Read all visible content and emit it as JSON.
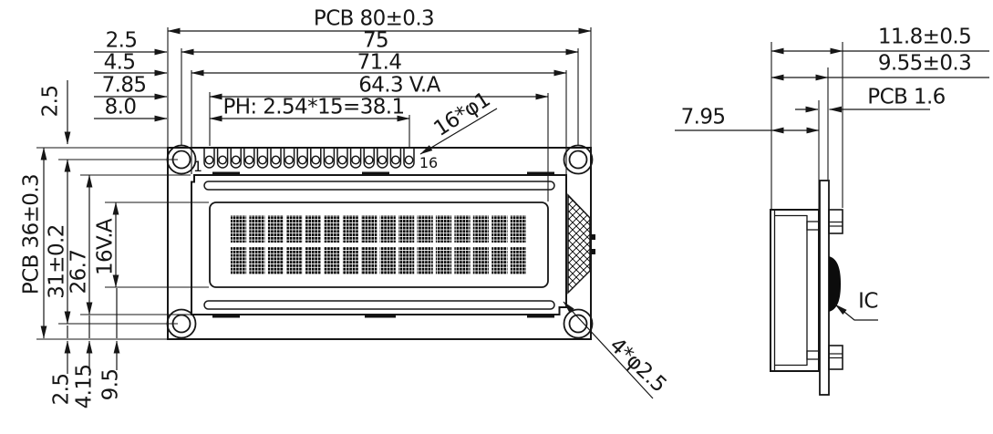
{
  "front_view": {
    "dim_pcb_width": "PCB 80±0.3",
    "dim_hole_spacing_h": "75",
    "dim_bezel_width": "71.4",
    "dim_viewing_width": "64.3 V.A",
    "dim_pin_pitch": "PH: 2.54*15=38.1",
    "dim_edge_to_hole_h": "2.5",
    "dim_edge_to_bezel_h": "4.5",
    "dim_edge_to_pin1": "7.85",
    "dim_edge_to_viewing": "8.0",
    "dim_top_edge_to_hole": "2.5",
    "dim_pcb_height": "PCB 36±0.3",
    "dim_hole_spacing_v": "31±0.2",
    "dim_bezel_height": "26.7",
    "dim_viewing_height": "16V.A",
    "dim_bottom_edge_to_hole": "2.5",
    "dim_bottom_edge_to_bezel": "4.15",
    "dim_bottom_edge_to_viewing": "9.5",
    "pin_first_label": "1",
    "pin_last_label": "16",
    "callout_pin_holes": "16*φ1",
    "callout_mount_holes": "4*φ2.5",
    "display": {
      "columns": 16,
      "rows": 2,
      "pin_count": 16
    }
  },
  "side_view": {
    "dim_total_thickness": "11.8±0.5",
    "dim_module_thickness": "9.55±0.3",
    "dim_pcb_thickness": "PCB 1.6",
    "dim_bezel_depth": "7.95",
    "label_ic": "IC"
  }
}
